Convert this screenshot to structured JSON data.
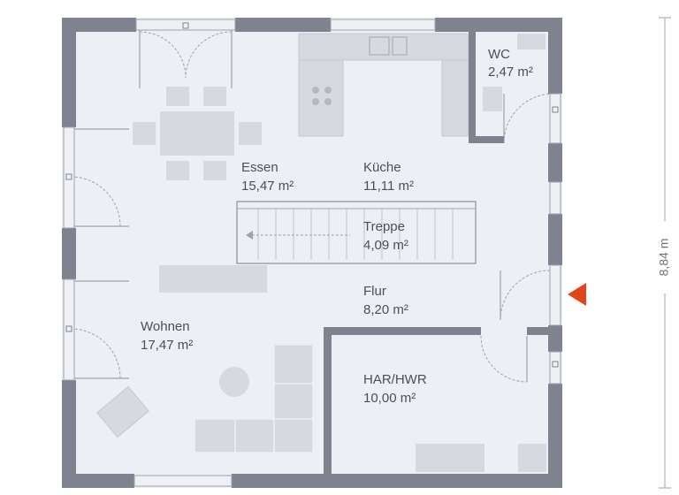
{
  "colors": {
    "floor": "#eeeff4",
    "wall": "#7f838f",
    "furniture": "#d7d9e0",
    "furniture_dark": "#c6c9d1",
    "line": "#9ea2ad",
    "entrance_marker": "#e0451c"
  },
  "rooms": [
    {
      "key": "essen",
      "name": "Essen",
      "area": "15,47 m²"
    },
    {
      "key": "kueche",
      "name": "Küche",
      "area": "11,11 m²"
    },
    {
      "key": "wc",
      "name": "WC",
      "area": "2,47 m²"
    },
    {
      "key": "treppe",
      "name": "Treppe",
      "area": "4,09 m²"
    },
    {
      "key": "flur",
      "name": "Flur",
      "area": "8,20 m²"
    },
    {
      "key": "wohnen",
      "name": "Wohnen",
      "area": "17,47 m²"
    },
    {
      "key": "har",
      "name": "HAR/HWR",
      "area": "10,00 m²"
    }
  ],
  "dimension": {
    "label": "8,84 m"
  },
  "entrance": {
    "icon": "entrance-arrow-icon"
  }
}
